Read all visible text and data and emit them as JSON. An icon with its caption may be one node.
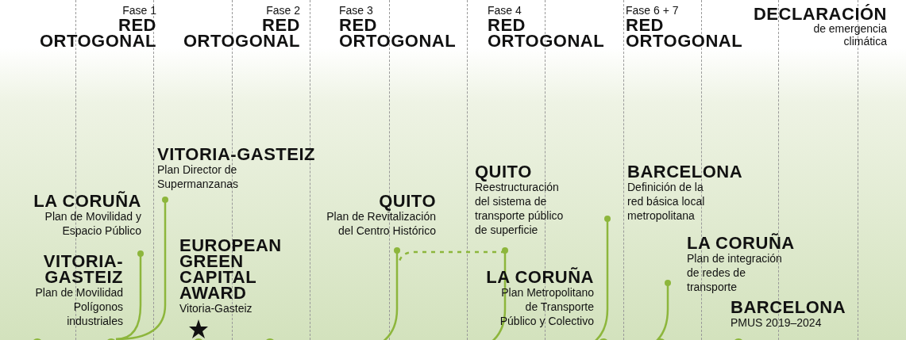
{
  "diagram": {
    "nodes": [
      {
        "text": [
          "LA CORUÑA",
          "Plan de Movilidad y Espacio Público"
        ]
      },
      {
        "text": [
          "VITORIA-GASTEIZ",
          "Plan de Movilidad Polígonos industriales"
        ]
      },
      {
        "text": [
          "VITORIA-GASTEIZ",
          "Plan Director de Supermanzanas"
        ]
      },
      {
        "text": [
          "EUROPEAN GREEN CAPITAL AWARD",
          "Vitoria-Gasteiz"
        ]
      },
      {
        "text": [
          "QUITO",
          "Plan de Revitalización del Centro Histórico"
        ]
      },
      {
        "text": [
          "QUITO",
          "Reestructuración del sistema de transporte público de superficie"
        ]
      },
      {
        "text": [
          "LA CORUÑA",
          "Plan Metropolitano de Transporte Público y Colectivo"
        ]
      },
      {
        "text": [
          "BARCELONA",
          "Definición de la red básica local metropolitana"
        ]
      },
      {
        "text": [
          "LA CORUÑA",
          "Plan de integración de redes de transporte"
        ]
      },
      {
        "text": [
          "BARCELONA",
          "PMUS 2019–2024"
        ]
      },
      {
        "text": [],
        "shape": "circle"
      },
      {
        "text": [],
        "shape": "circle"
      },
      {
        "text": [],
        "shape": "circle"
      },
      {
        "text": [],
        "shape": "circle"
      },
      {
        "text": [],
        "shape": "circle"
      },
      {
        "text": [],
        "shape": "circle"
      },
      {
        "text": [],
        "shape": "circle"
      }
    ],
    "edges": [
      {
        "from": 0,
        "to": 11,
        "arrow": "other"
      },
      {
        "from": 2,
        "to": 11,
        "arrow": "other"
      },
      {
        "from": 4,
        "to": null,
        "arrow": "other"
      },
      {
        "from": 5,
        "to": null,
        "arrow": "other"
      },
      {
        "from": 7,
        "to": null,
        "arrow": "other"
      },
      {
        "from": 8,
        "to": null,
        "arrow": "other"
      },
      {
        "from": 5,
        "to": 4,
        "arrow": "none",
        "style": "dashed"
      }
    ],
    "labels": [
      "Fase 1",
      "RED ORTOGONAL",
      "Fase 2",
      "RED ORTOGONAL",
      "Fase 3",
      "RED ORTOGONAL",
      "Fase 4",
      "RED ORTOGONAL",
      "Fase 6 + 7",
      "RED ORTOGONAL",
      "DECLARACIÓN",
      "de emergencia climática"
    ]
  }
}
